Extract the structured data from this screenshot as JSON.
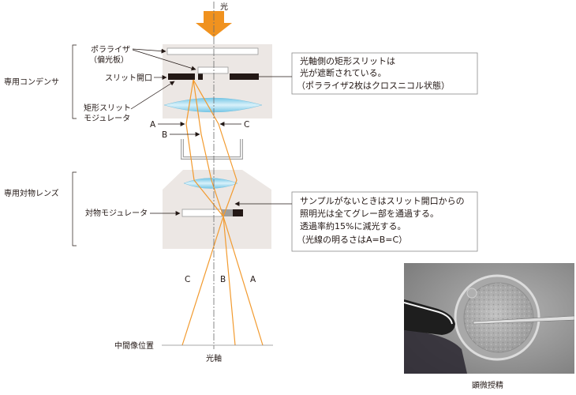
{
  "figure": {
    "light_label": "光",
    "axis_label": "光軸",
    "image_plane_label": "中間像位置"
  },
  "condenser": {
    "bracket_label": "専用コンデンサ",
    "polarizer_label": "ポラライザ",
    "polarizer_sublabel": "（偏光板）",
    "slit_label": "スリット開口",
    "modulator_label_line1": "矩形スリット",
    "modulator_label_line2": "モジュレータ"
  },
  "objective": {
    "bracket_label": "専用対物レンズ",
    "modulator_label": "対物モジュレータ"
  },
  "rays": {
    "a": "A",
    "b": "B",
    "c": "C"
  },
  "callouts": {
    "slit": {
      "lines": [
        "光軸側の矩形スリットは",
        "光が遮断されている。",
        "（ポラライザ2枚はクロスニコル状態）"
      ]
    },
    "modulator": {
      "lines": [
        "サンプルがないときはスリット開口からの",
        "照明光は全てグレー部を通過する。",
        "透過率約15%に減光する。",
        "（光線の明るさはA=B=C）"
      ]
    }
  },
  "photo": {
    "caption": "顕微授精"
  },
  "colors": {
    "light": "#f0921f",
    "ray": "#f29a2e",
    "housing": "#ece7e4",
    "slit_black": "#231815",
    "modulator_gray": "#9e9e9e",
    "lens": "#8fd3ee"
  }
}
